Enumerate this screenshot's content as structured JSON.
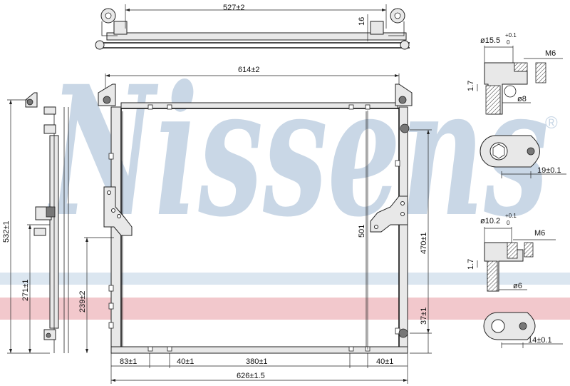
{
  "brand": {
    "name": "Nissens",
    "registered_mark": "®",
    "color": "#c9d7e6",
    "stripe_blue": "#dbe6f0",
    "stripe_red": "#f2c8cc"
  },
  "dimensions": {
    "top_width": "527±2",
    "top_height": "16",
    "mount_width": "614±2",
    "total_height": "532±1",
    "left_271": "271±1",
    "left_239": "239±2",
    "core_height": "501",
    "right_470": "470±1",
    "right_37": "37±1",
    "bottom_83": "83±1",
    "bottom_40_left": "40±1",
    "bottom_380": "380±1",
    "bottom_40_right": "40±1",
    "overall_width": "626±1.5"
  },
  "fitting_upper": {
    "bore": "ø15.5",
    "tol": "+0.1",
    "tol0": "0",
    "thread": "M6",
    "length": "1.7",
    "inner": "ø8",
    "flange": "19±0.1"
  },
  "fitting_lower": {
    "bore": "ø10.2",
    "tol": "+0.1",
    "tol0": "0",
    "thread": "M6",
    "length": "1.7",
    "inner": "ø6",
    "flange": "14±0.1"
  }
}
